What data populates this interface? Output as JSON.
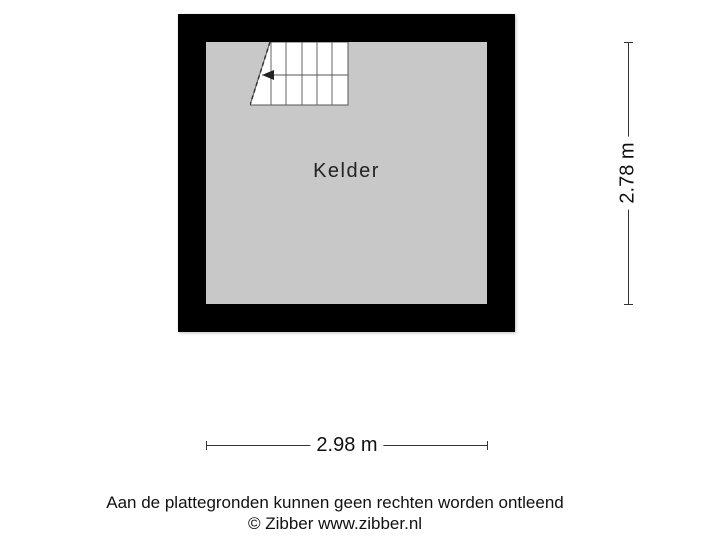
{
  "floorplan": {
    "room": {
      "label": "Kelder"
    },
    "dimensions": {
      "width": "2.98 m",
      "height": "2.78 m"
    },
    "colors": {
      "wall": "#000000",
      "floor": "#c8c8c8",
      "stairs": "#ffffff"
    },
    "stairs": {
      "steps": 6,
      "direction": "left"
    }
  },
  "footer": {
    "disclaimer": "Aan de plattegronden kunnen geen rechten worden ontleend",
    "copyright": "© Zibber www.zibber.nl"
  }
}
